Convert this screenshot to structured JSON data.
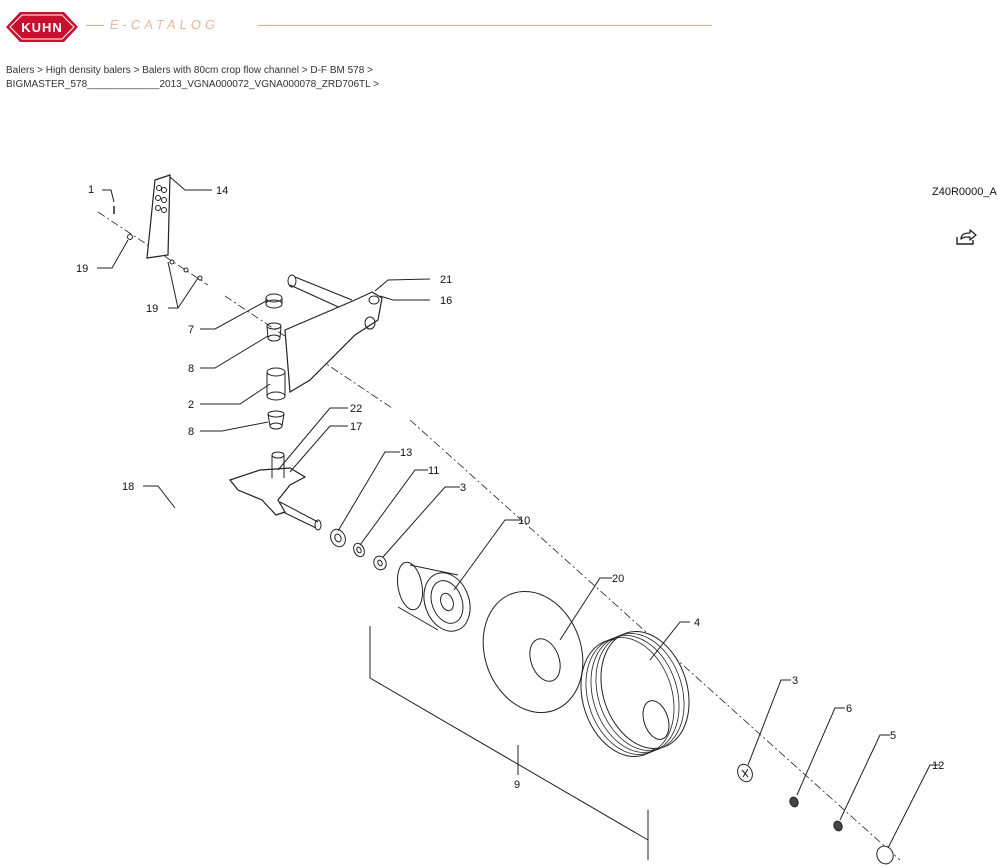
{
  "brand": {
    "logo_text": "KUHN",
    "logo_color": "#c8102e",
    "catalog_label": "E-CATALOG",
    "accent_line_color": "#e8a787"
  },
  "breadcrumb": {
    "items": [
      "Balers",
      "High density balers",
      "Balers with 80cm crop flow channel",
      "D-F BM 578",
      "BIGMASTER_578_____________2013_VGNA000072_VGNA000078_ZRD706TL"
    ],
    "separator": ">"
  },
  "diagram": {
    "reference_code": "Z40R0000_A",
    "export_icon": "export-icon",
    "callouts": [
      "1",
      "14",
      "19",
      "19",
      "21",
      "16",
      "7",
      "8",
      "2",
      "8",
      "22",
      "17",
      "18",
      "13",
      "11",
      "3",
      "10",
      "20",
      "4",
      "3",
      "6",
      "5",
      "12",
      "9"
    ]
  }
}
